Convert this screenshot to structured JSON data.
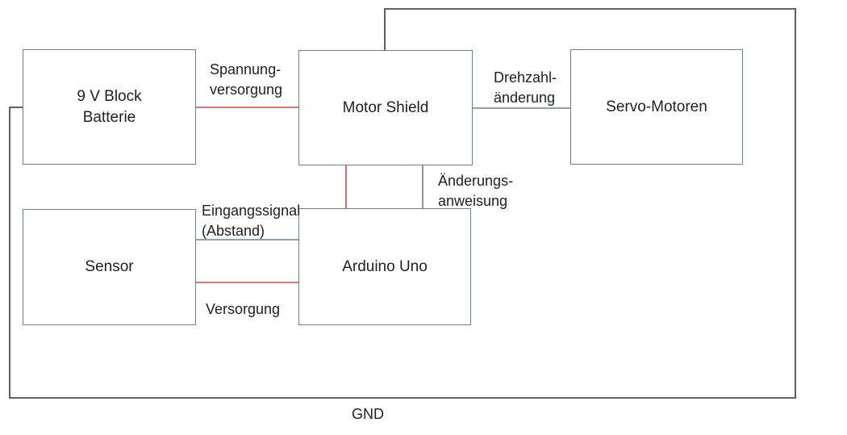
{
  "title": "Arduino Servo-Steuerung Blockdiagramm",
  "colors": {
    "background": "#ffffff",
    "box_border": "#6b8193",
    "wire_red": "#c0504d",
    "wire_gray": "#6b8193",
    "wire_gnd": "#4d4d4d",
    "text": "#1f1f1f"
  },
  "boxes": {
    "battery": {
      "line1": "9 V Block",
      "line2": "Batterie"
    },
    "motor_shield": {
      "line1": "Motor Shield"
    },
    "servo": {
      "line1": "Servo-Motoren"
    },
    "sensor": {
      "line1": "Sensor"
    },
    "arduino": {
      "line1": "Arduino Uno"
    }
  },
  "labels": {
    "spannungsversorgung": {
      "line1": "Spannung-",
      "line2": "versorgung"
    },
    "drehzahlaenderung": {
      "line1": "Drehzahl-",
      "line2": "änderung"
    },
    "aenderungsanweisung": {
      "line1": "Änderungs-",
      "line2": "anweisung"
    },
    "eingangssignal": {
      "line1": "Eingangssignal",
      "line2": "(Abstand)"
    },
    "versorgung": {
      "line1": "Versorgung"
    },
    "gnd": {
      "line1": "GND"
    }
  },
  "connections": [
    {
      "a": "9 V Block Batterie",
      "b": "Motor Shield",
      "label": "Spannung-versorgung",
      "color_role": "wire_red"
    },
    {
      "a": "Motor Shield",
      "b": "Servo-Motoren",
      "label": "Drehzahl-änderung",
      "color_role": "wire_gray"
    },
    {
      "a": "Motor Shield",
      "b": "Arduino Uno",
      "label": "",
      "color_role": "wire_red"
    },
    {
      "a": "Motor Shield",
      "b": "Arduino Uno",
      "label": "Änderungs-anweisung",
      "color_role": "wire_gray"
    },
    {
      "a": "Sensor",
      "b": "Arduino Uno",
      "label": "Eingangssignal (Abstand)",
      "color_role": "wire_gray"
    },
    {
      "a": "Sensor",
      "b": "Arduino Uno",
      "label": "Versorgung",
      "color_role": "wire_red"
    },
    {
      "a": "9 V Block Batterie",
      "b": "Motor Shield",
      "label": "GND",
      "color_role": "wire_gnd"
    }
  ]
}
